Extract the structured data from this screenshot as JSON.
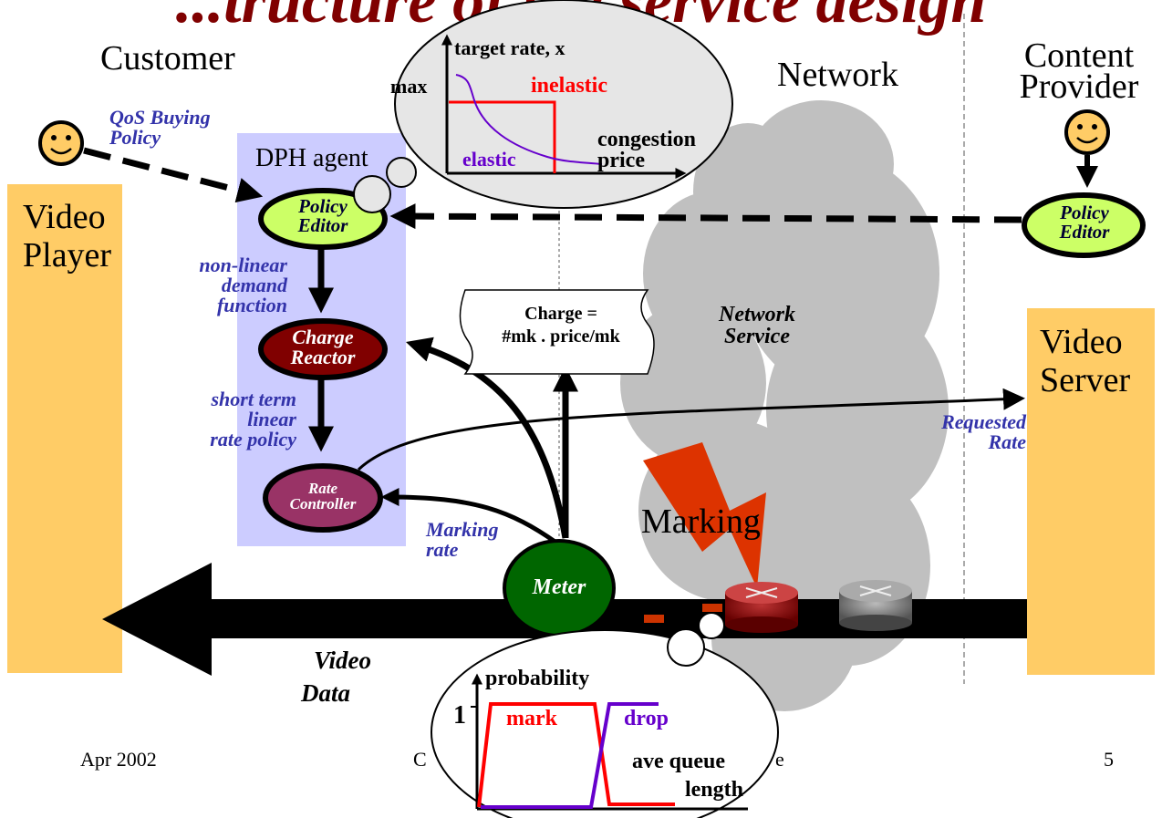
{
  "header": {
    "title_fragment": "...tructure of the service design"
  },
  "roles": {
    "customer": "Customer",
    "network": "Network",
    "content_provider_line1": "Content",
    "content_provider_line2": "Provider"
  },
  "blocks": {
    "video_player_line1": "Video",
    "video_player_line2": "Player",
    "video_server_line1": "Video",
    "video_server_line2": "Server"
  },
  "agent": {
    "title": "DPH agent"
  },
  "nodes": {
    "policy_editor_line1": "Policy",
    "policy_editor_line2": "Editor",
    "charge_reactor_line1": "Charge",
    "charge_reactor_line2": "Reactor",
    "rate_controller_line1": "Rate",
    "rate_controller_line2": "Controller",
    "meter": "Meter",
    "cp_policy_editor_line1": "Policy",
    "cp_policy_editor_line2": "Editor"
  },
  "annotations": {
    "qos_line1": "QoS Buying",
    "qos_line2": "Policy",
    "nld_line1": "non-linear",
    "nld_line2": "demand",
    "nld_line3": "function",
    "st_line1": "short term",
    "st_line2": "linear",
    "st_line3": "rate policy",
    "req_line1": "Requested",
    "req_line2": "Rate",
    "mr_line1": "Marking",
    "mr_line2": "rate",
    "ns_line1": "Network",
    "ns_line2": "Service",
    "marking": "Marking",
    "vd_line1": "Video",
    "vd_line2": "Data"
  },
  "charge_box": {
    "line1": "Charge =",
    "line2": "#mk . price/mk"
  },
  "demand_bubble": {
    "y_axis": "target rate, x",
    "max": "max",
    "inelastic": "inelastic",
    "elastic": "elastic",
    "x_line1": "congestion",
    "x_line2": "price"
  },
  "marking_bubble": {
    "y_axis": "probability",
    "one": "1",
    "mark": "mark",
    "drop": "drop",
    "x_line1": "ave queue",
    "x_line2": "length"
  },
  "footer": {
    "date": "Apr 2002",
    "center_left": "C",
    "center_right": "e",
    "page": "5"
  },
  "colors": {
    "agent_bg": "#ccccff",
    "video_block": "#ffcc66",
    "node_fill": "#ccff66",
    "charge_fill": "#800000",
    "rate_fill": "#993366",
    "meter_fill": "#006600",
    "annotation": "#3333aa",
    "inelastic": "#ff0000",
    "elastic": "#6600cc",
    "lightning": "#dd3300",
    "cloud": "#c0c0c0"
  },
  "icons": {
    "customer": "smiley-face",
    "content_provider": "smiley-face",
    "router_congested": "router",
    "router": "router",
    "congestion": "lightning-bolt"
  }
}
